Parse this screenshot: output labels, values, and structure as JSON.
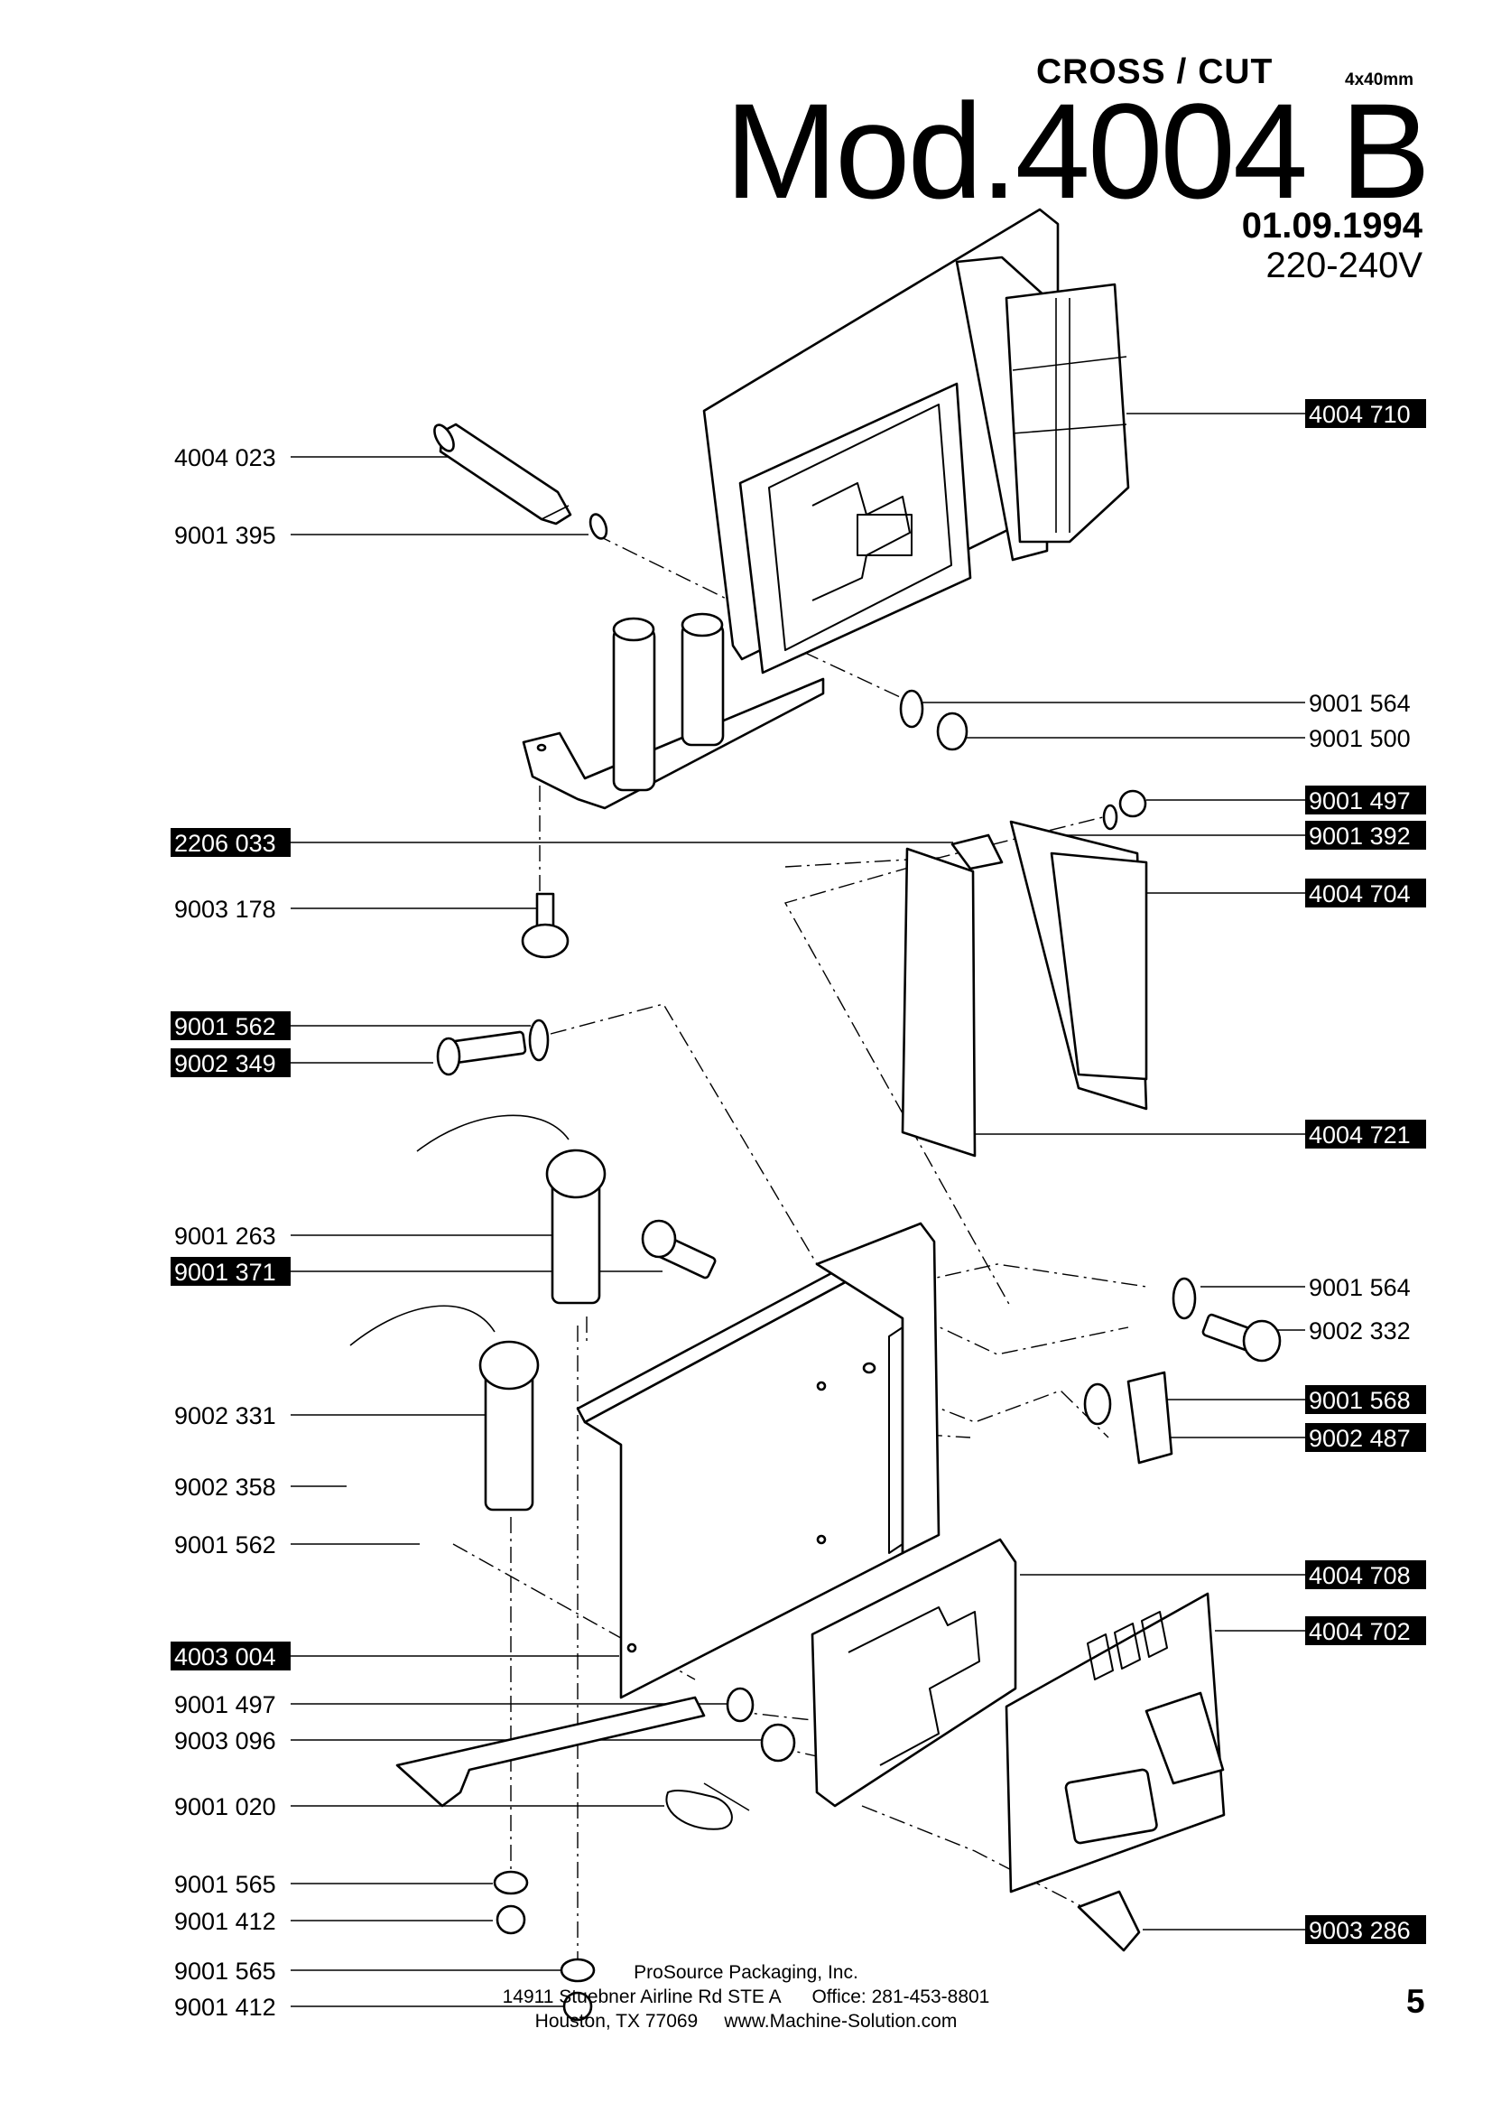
{
  "header": {
    "cross_cut": "CROSS  / CUT",
    "size": "4x40mm",
    "model": "Mod.4004 B",
    "date": "01.09.1994",
    "voltage": "220-240V"
  },
  "page_number": "5",
  "footer": {
    "line1": "ProSource Packaging, Inc.",
    "line2": "14911 Stuebner Airline Rd STE A      Office: 281-453-8801",
    "line3": "Houston, TX 77069     www.Machine-Solution.com"
  },
  "labels": {
    "left": [
      {
        "text": "4004 023",
        "boxed": false
      },
      {
        "text": "9001 395",
        "boxed": false
      },
      {
        "text": "2206 033",
        "boxed": true
      },
      {
        "text": "9003 178",
        "boxed": false
      },
      {
        "text": "9001 562",
        "boxed": true
      },
      {
        "text": "9002 349",
        "boxed": true
      },
      {
        "text": "9001 263",
        "boxed": false
      },
      {
        "text": "9001 371",
        "boxed": true
      },
      {
        "text": "9002 331",
        "boxed": false
      },
      {
        "text": "9002 358",
        "boxed": false
      },
      {
        "text": "9001 562",
        "boxed": false
      },
      {
        "text": "4003 004",
        "boxed": true
      },
      {
        "text": "9001 497",
        "boxed": false
      },
      {
        "text": "9003 096",
        "boxed": false
      },
      {
        "text": "9001 020",
        "boxed": false
      },
      {
        "text": "9001 565",
        "boxed": false
      },
      {
        "text": "9001 412",
        "boxed": false
      },
      {
        "text": "9001 565",
        "boxed": false
      },
      {
        "text": "9001 412",
        "boxed": false
      }
    ],
    "right": [
      {
        "text": "4004 710",
        "boxed": true
      },
      {
        "text": "9001 564",
        "boxed": false
      },
      {
        "text": "9001 500",
        "boxed": false
      },
      {
        "text": "9001 497",
        "boxed": true
      },
      {
        "text": "9001 392",
        "boxed": true
      },
      {
        "text": "4004 704",
        "boxed": true
      },
      {
        "text": "4004 721",
        "boxed": true
      },
      {
        "text": "9001 564",
        "boxed": false
      },
      {
        "text": "9002 332",
        "boxed": false
      },
      {
        "text": "9001 568",
        "boxed": true
      },
      {
        "text": "9002 487",
        "boxed": true
      },
      {
        "text": "4004 708",
        "boxed": true
      },
      {
        "text": "4004 702",
        "boxed": true
      },
      {
        "text": "9003 286",
        "boxed": true
      }
    ]
  }
}
